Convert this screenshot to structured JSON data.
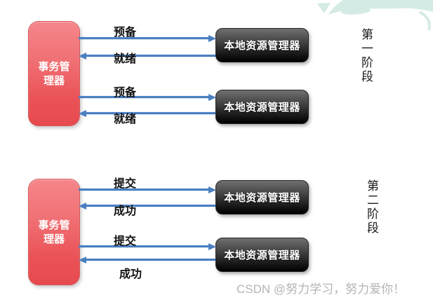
{
  "phase1": {
    "label": "第一阶段",
    "tm_lines": [
      "事务管",
      "理器"
    ],
    "messages": [
      "预备",
      "就绪",
      "预备",
      "就绪"
    ],
    "rm_boxes": [
      "本地资源管理器",
      "本地资源管理器"
    ]
  },
  "phase2": {
    "label": "第二阶段",
    "tm_lines": [
      "事务管",
      "理器"
    ],
    "messages": [
      "提交",
      "成功",
      "提交",
      "成功"
    ],
    "rm_boxes": [
      "本地资源管理器",
      "本地资源管理器"
    ]
  },
  "watermark": "CSDN @努力学习，努力爱你！",
  "colors": {
    "tm_box": "#ee5d61",
    "rm_box": "#2a2a2a",
    "arrow": "#4a7fc1",
    "decoration": "#d3ebe4",
    "watermark_text": "#b4b4b4"
  }
}
